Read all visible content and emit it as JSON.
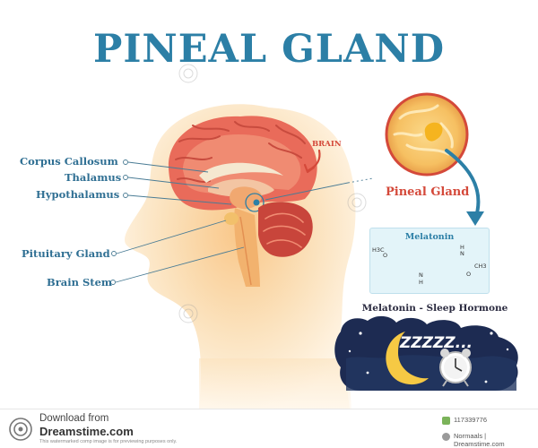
{
  "title": "PINEAL GLAND",
  "labels": {
    "corpus_callosum": "Corpus Callosum",
    "thalamus": "Thalamus",
    "hypothalamus": "Hypothalamus",
    "pituitary_gland": "Pituitary Gland",
    "brain_stem": "Brain Stem",
    "brain": "BRAIN",
    "pineal_gland": "Pineal Gland"
  },
  "melatonin": {
    "title": "Melatonin",
    "formula_labels": [
      "H3C",
      "O",
      "N",
      "H",
      "N",
      "H",
      "O",
      "CH3"
    ]
  },
  "sleep": {
    "title": "Melatonin - Sleep Hormone",
    "zzz": "ZZZZZ..."
  },
  "footer": {
    "download": "Download from",
    "site": "Dreamstime.com",
    "notice": "This watermarked comp image is for previewing purposes only.",
    "image_id": "117339776",
    "credit": "Normaals | Dreamstime.com"
  },
  "colors": {
    "title": "#2c7fa6",
    "label": "#2f6f93",
    "accent_red": "#d4493a",
    "brain_pink": "#e96b5a",
    "cerebellum_red": "#c8453b",
    "head_glow": "#fbd6a0",
    "night_sky": "#1d2b52",
    "moon": "#f6c944",
    "melatonin_box": "#e3f4f9"
  },
  "icons": [
    "dreamstime-logo-icon",
    "brain-pointer-arrow-icon",
    "pineal-zoom-arrow-icon",
    "moon-icon",
    "alarm-clock-icon",
    "star-icon"
  ]
}
